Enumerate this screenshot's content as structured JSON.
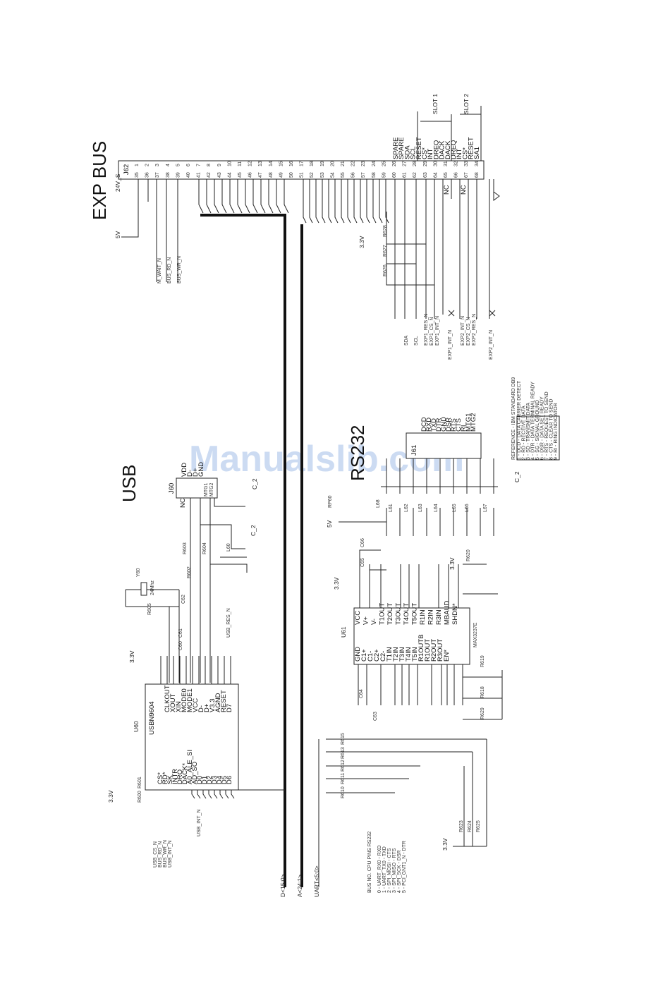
{
  "titles": {
    "exp_bus": "EXP BUS",
    "usb": "USB",
    "rs232": "RS232"
  },
  "watermark": "Manualslib.com",
  "j62": {
    "ref": "J62",
    "supply_24v": "24V_S",
    "supply_5v": "5V",
    "pins_left": [
      "1",
      "35",
      "2",
      "36",
      "3",
      "37",
      "4",
      "38",
      "5",
      "39",
      "6",
      "40",
      "7",
      "41",
      "8",
      "42",
      "9",
      "43",
      "10",
      "44",
      "11",
      "45",
      "12",
      "46",
      "13",
      "47",
      "14",
      "48",
      "15",
      "49",
      "16",
      "50",
      "17",
      "51",
      "18",
      "52",
      "19",
      "53",
      "20",
      "54",
      "21",
      "55",
      "22",
      "56",
      "23",
      "57",
      "24",
      "58",
      "25",
      "59",
      "26",
      "60",
      "27",
      "61",
      "28",
      "62",
      "29",
      "63",
      "30",
      "64",
      "31",
      "65",
      "32",
      "66",
      "33",
      "67",
      "34",
      "68"
    ],
    "right_names": [
      "SPARE",
      "SPARE",
      "SDA",
      "SCL",
      "RESET",
      "CS*",
      "INT",
      "DREQ",
      "DACK",
      "DACK",
      "DREQ",
      "INT",
      "CS*",
      "RESET",
      "SA1"
    ],
    "nc": "NC",
    "slot1": "SLOT 1",
    "slot2": "SLOT 2",
    "nets_left": [
      "M_WAIT_N",
      "BUS_RD_N",
      "BUS_WR_N"
    ],
    "nets_bottom": [
      "SDA",
      "SCL",
      "EXP1_RES_N",
      "EXP1_CS_N",
      "EXP1_INT_N",
      "EXP2_INT_N",
      "EXP2_CS_N",
      "EXP2_RES_N"
    ],
    "exp1_int": "EXP1_INT_N",
    "exp2_int": "EXP2_INT_N",
    "pullups": [
      "R628",
      "R627",
      "R626"
    ],
    "v33": "3.3V"
  },
  "usb": {
    "u60_ref": "U60",
    "u60_part": "USBN9604",
    "u60_pins_left": [
      "CS*",
      "RD*",
      "SK",
      "INTR",
      "DRQ",
      "DACK*",
      "A0_ALE_SI",
      "AD_SO",
      "D0",
      "D1",
      "D2",
      "D3",
      "D4",
      "D5",
      "D6"
    ],
    "u60_pins_right": [
      "CLKOUT",
      "XOUT",
      "XIN",
      "MODE0",
      "MODE1",
      "VCC",
      "D-",
      "D+",
      "V3.3",
      "AGND",
      "RESET",
      "D7"
    ],
    "nets": [
      "USB_CS_N",
      "BUS_RD_N",
      "BUS_WR_N",
      "USB_INT_N"
    ],
    "usb_int": "USB_INT_N",
    "usb_res": "USB_RES_N",
    "y60": "Y60",
    "crystal": "24Mhz",
    "parts": [
      "R605",
      "C62",
      "C61",
      "C60",
      "R602",
      "R603",
      "R604",
      "R600",
      "R601",
      "L60"
    ],
    "j60_ref": "J60",
    "j60_pins": [
      "VDD",
      "D-",
      "D+",
      "GND"
    ],
    "mtg": [
      "MTG1",
      "MTG2"
    ],
    "c2": "C_2",
    "nc": "NC",
    "v33": "3.3V"
  },
  "rs232": {
    "u61_ref": "U61",
    "u61_part": "MAX3237E",
    "u61_left": [
      "GND",
      "C1+",
      "C1-",
      "C2+",
      "C2-",
      "T1IN",
      "T2IN",
      "T3IN",
      "T4IN",
      "T5IN",
      "R1OUTB",
      "R1OUT",
      "R2OUT",
      "R3OUT",
      "EN*"
    ],
    "u61_right": [
      "VCC",
      "V+",
      "V-",
      "T1OUT",
      "T2OUT",
      "T3OUT",
      "T4OUT",
      "T5OUT",
      "R1IN",
      "R2IN",
      "R3IN",
      "MBAUD",
      "SHDN*"
    ],
    "j61_ref": "J61",
    "j61_pins": [
      "DCD",
      "RXD",
      "TXD",
      "DTR",
      "GND",
      "DSR",
      "RTS",
      "CTS",
      "RI",
      "MTG1",
      "MTG2"
    ],
    "parts": [
      "RP60",
      "L68",
      "L61",
      "L62",
      "L63",
      "L64",
      "L65",
      "L66",
      "L67",
      "C65",
      "C66",
      "C63",
      "C64",
      "R620",
      "R619",
      "R618",
      "R629",
      "R610",
      "R611",
      "R612",
      "R613",
      "R615",
      "R623",
      "R624",
      "R625"
    ],
    "v5": "5V",
    "v33": "3.3V",
    "c2": "C_2"
  },
  "reference": {
    "title": "REFERENCE - IBM STANDARD DB9",
    "lines": [
      "1 - DCD - DATA CARRIER DETECT",
      "2 - RD - RECEIVE DATA",
      "3 - SD - TRANSMIT DATA",
      "4 - DTR - DATA TERMINAL READY",
      "5 - SG - SIGNAL GROUND",
      "6 - DSR - DATA SET READY",
      "7 - RTS - REQUEST TO SEND",
      "8 - CTS - CLEAR TO SEND",
      "9 - RI - RING INDICATOR"
    ]
  },
  "busnotes": {
    "title": "BUS NO.  CPU PINS  RS232",
    "lines": [
      "0 - UART_RX0 - RXD",
      "1 - UART_TX0 - TXD",
      "2 - SPI_MOSI - CTS",
      "3 - SPI_MISO - RTS",
      "4 - SPI_SCK - DSR",
      "5 - PCI_GNT1_N - DTR"
    ]
  },
  "buses": [
    "D<15:0>",
    "A<24:1>",
    "UART<5:0>"
  ]
}
